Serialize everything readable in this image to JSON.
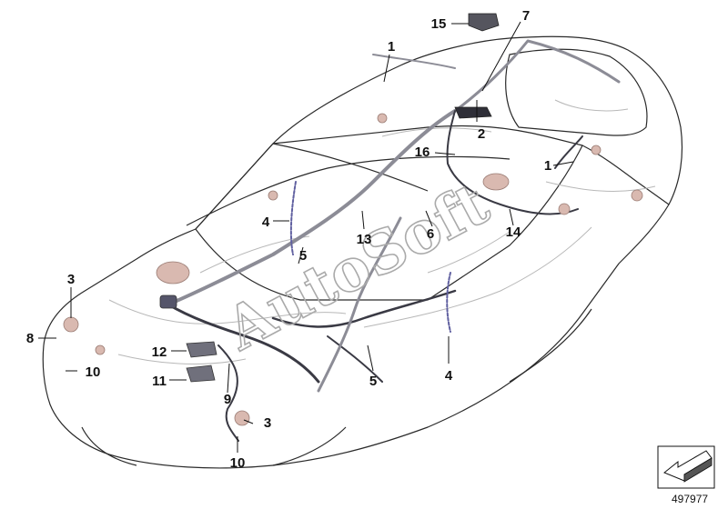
{
  "diagram": {
    "callouts": [
      "1",
      "1",
      "2",
      "3",
      "3",
      "4",
      "4",
      "5",
      "5",
      "6",
      "7",
      "8",
      "9",
      "10",
      "10",
      "11",
      "12",
      "13",
      "14",
      "15",
      "16"
    ],
    "watermark": "AutoSoft",
    "doc_number": "497977",
    "colors": {
      "outline": "#2a2a2a",
      "harness_main": "#8c8c96",
      "harness_dark": "#3a3a44",
      "component_pink": "#d9b9b0",
      "watermark": "#aaaaaa"
    },
    "icons": [
      "car-body-outline",
      "wiring-harness",
      "return-arrow-icon"
    ]
  }
}
